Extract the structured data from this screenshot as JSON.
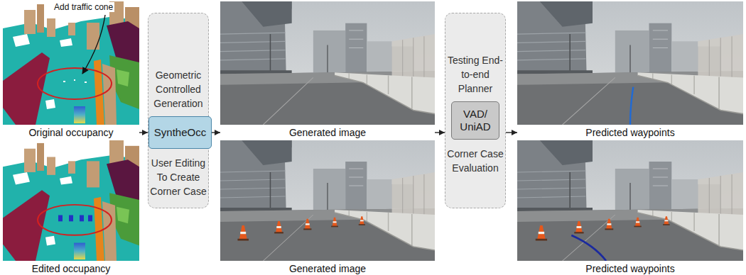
{
  "diagram": {
    "nodes": [
      {
        "text": [
          "Original occupancy"
        ]
      },
      {
        "text": [
          "Edited occupancy"
        ]
      },
      {
        "text": [
          "Geometric Controlled Generation",
          "User Editing To Create Corner Case"
        ]
      },
      {
        "text": [
          "SyntheOcc"
        ],
        "in": 2
      },
      {
        "text": [
          "Generated image"
        ]
      },
      {
        "text": [
          "Generated image"
        ]
      },
      {
        "text": [
          "Testing End-to-end Planner",
          "Corner Case Evaluation"
        ]
      },
      {
        "text": [
          "VAD/ UniAD"
        ],
        "in": 6
      },
      {
        "text": [
          "Predicted waypoints"
        ]
      },
      {
        "text": [
          "Predicted waypoints"
        ]
      }
    ],
    "edges": [
      {
        "from": 0,
        "to": 2,
        "arrow": "to"
      },
      {
        "from": 2,
        "to": 4,
        "arrow": "to"
      },
      {
        "from": 4,
        "to": 6,
        "arrow": "to"
      },
      {
        "from": 6,
        "to": 8,
        "arrow": "to"
      }
    ],
    "labels": [
      "Add traffic cone"
    ]
  }
}
